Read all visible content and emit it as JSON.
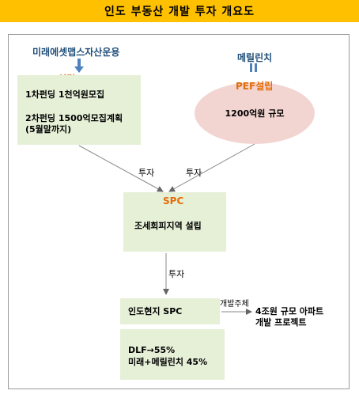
{
  "title": "인도 부동산 개발 투자 개요도",
  "investor_left": {
    "name": "미래에셋맵스자산운용",
    "pef_label": "PEF설립"
  },
  "investor_right": {
    "name": "메릴린치",
    "pef_label": "PEF설립"
  },
  "left_box": {
    "line1": "1차펀딩 1천억원모집",
    "line2": "2차펀딩 1500억모집계획",
    "line3": "(5월말까지)"
  },
  "right_ellipse": {
    "text": "1200억원 규모"
  },
  "invest_left": "투자",
  "invest_right": "투자",
  "spc": {
    "label": "SPC",
    "text": "조세회피지역 설립"
  },
  "invest_down": "투자",
  "local_spc": {
    "text": "인도현지 SPC"
  },
  "developer_label": "개발주체",
  "project": {
    "line1": "4조원 규모 아파트",
    "line2": "개발 프로젝트"
  },
  "stake": {
    "line1": "DLF→55%",
    "line2": "미래+메릴린치 45%"
  },
  "colors": {
    "title_bg": "#ffc000",
    "box_fill": "#e6f0d7",
    "ellipse_fill": "#f2d5d1",
    "blue": "#1f4e79",
    "arrow_blue": "#4f81bd",
    "orange": "#e36c09"
  }
}
